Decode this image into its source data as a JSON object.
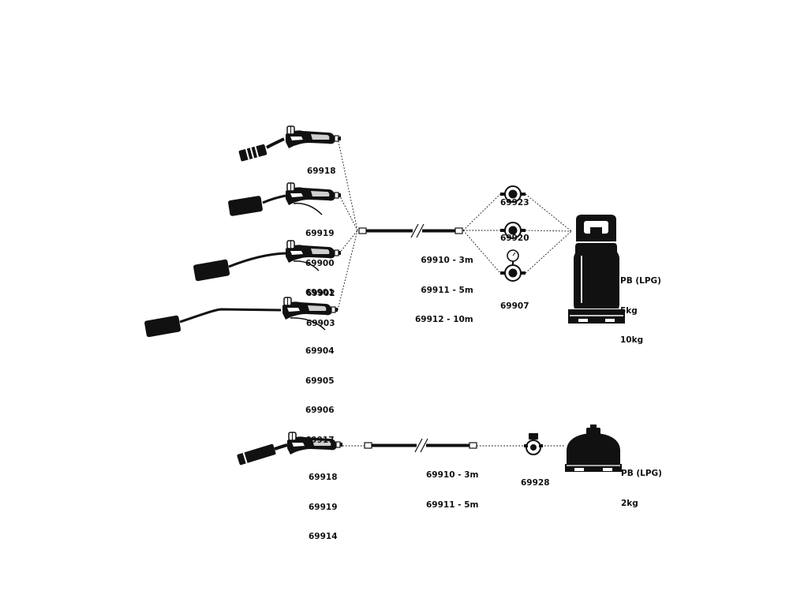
{
  "torches": [
    {
      "codes": [
        "69918"
      ]
    },
    {
      "codes": [
        "69919",
        "69900",
        "69901"
      ]
    },
    {
      "codes": [
        "69902",
        "69903"
      ]
    },
    {
      "codes": [
        "69904",
        "69905",
        "69906",
        "69917"
      ]
    }
  ],
  "hose_main": {
    "codes": [
      "69910 - 3m",
      "69911 - 5m",
      "69912 - 10m"
    ]
  },
  "regulators": [
    {
      "code": "69923"
    },
    {
      "code": "69920"
    },
    {
      "code": "69907"
    }
  ],
  "cylinder_large": {
    "lines": [
      "PB (LPG)",
      "5kg",
      "10kg"
    ]
  },
  "bottom": {
    "torch": {
      "codes": [
        "69918",
        "69919",
        "69914"
      ]
    },
    "hose": {
      "codes": [
        "69910 - 3m",
        "69911 - 5m"
      ]
    },
    "regulator": {
      "code": "69928"
    },
    "cylinder": {
      "lines": [
        "PB (LPG)",
        "2kg"
      ]
    }
  },
  "colors": {
    "ink": "#111111",
    "background": "#ffffff"
  }
}
